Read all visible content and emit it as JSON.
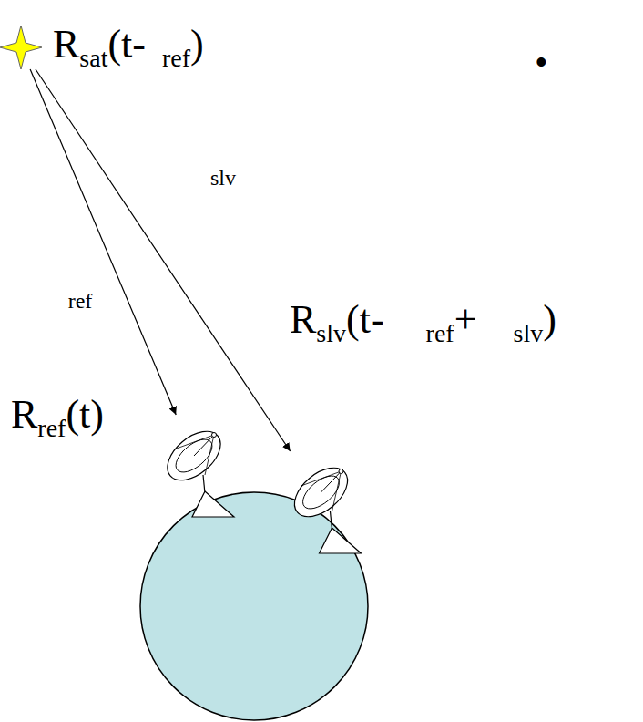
{
  "diagram": {
    "nodes": [
      {
        "text": [
          "R",
          "sat",
          "(t-",
          "ref",
          ")"
        ]
      },
      {
        "text": [
          "R",
          "ref",
          "(t)"
        ]
      },
      {
        "text": [
          "R",
          "slv",
          "(t-",
          "ref",
          "+",
          "slv",
          ")"
        ]
      }
    ],
    "edges": [
      {
        "from": 0,
        "to": 1,
        "label": "ref",
        "arrow": "to"
      },
      {
        "from": 0,
        "to": 2,
        "label": "slv",
        "arrow": "to"
      }
    ],
    "labels": [
      "•"
    ]
  }
}
